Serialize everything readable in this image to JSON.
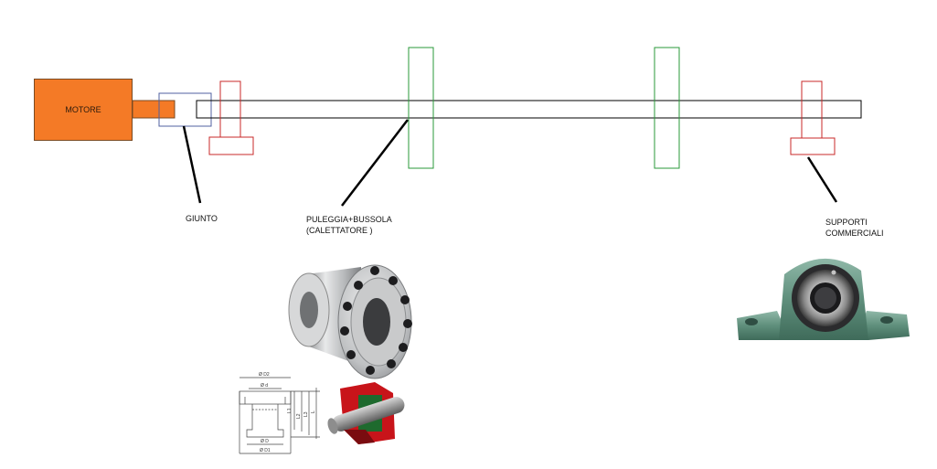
{
  "labels": {
    "motor": "MOTORE",
    "coupling": "GIUNTO",
    "pulley_line1": "PULEGGIA+BUSSOLA",
    "pulley_line2": "(CALETTATORE )",
    "supports_line1": "SUPPORTI",
    "supports_line2": "COMMERCIALI"
  },
  "drawing_dims": {
    "d2": "Ø D2",
    "d": "Ø d",
    "D": "Ø D",
    "D1": "Ø D1",
    "L1": "L1",
    "L2": "L2",
    "L3": "L3",
    "L": "L"
  },
  "colors": {
    "motor": "#f47a26",
    "coupling": "#5060a0",
    "support": "#c82828",
    "pulley": "#2a9a3a",
    "shaft": "#000000",
    "pillow_block": "#5f8f7c",
    "clamp_red": "#c8141a"
  }
}
